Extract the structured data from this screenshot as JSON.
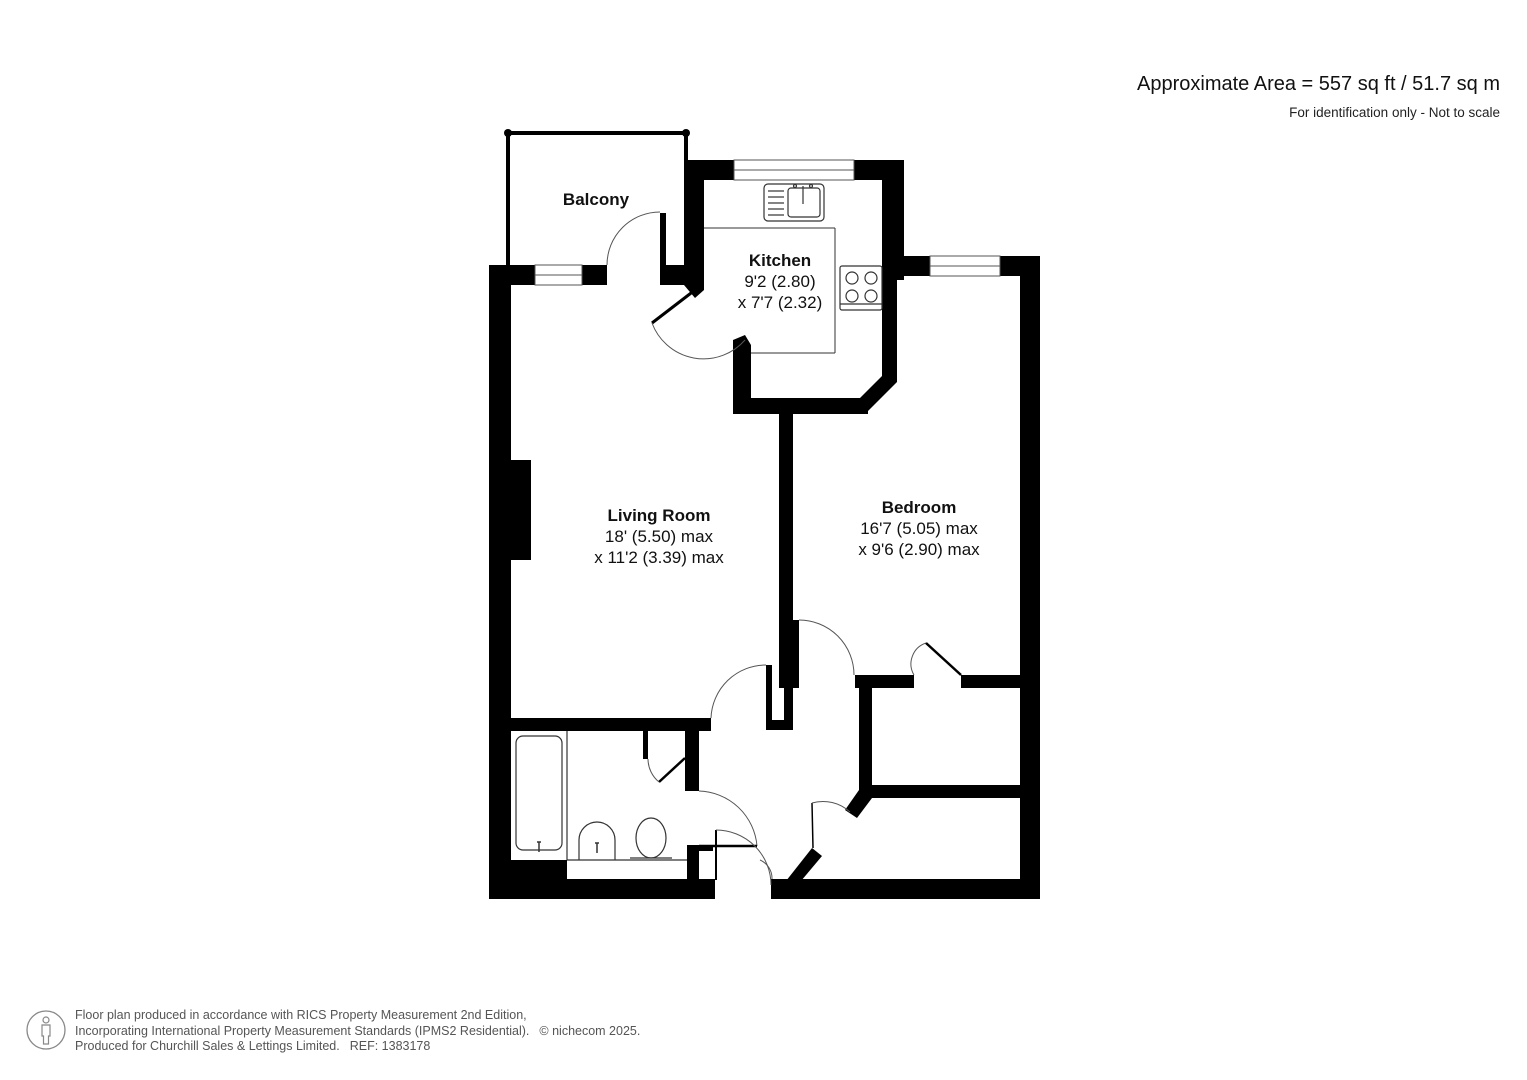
{
  "header": {
    "area_title": "Approximate Area = 557 sq ft / 51.7 sq m",
    "disclaimer": "For identification only - Not to scale"
  },
  "rooms": {
    "balcony": {
      "name": "Balcony"
    },
    "kitchen": {
      "name": "Kitchen",
      "dim1": "9'2 (2.80)",
      "dim2": "x 7'7 (2.32)"
    },
    "living_room": {
      "name": "Living Room",
      "dim1": "18' (5.50) max",
      "dim2": "x 11'2 (3.39) max"
    },
    "bedroom": {
      "name": "Bedroom",
      "dim1": "16'7 (5.05) max",
      "dim2": "x 9'6 (2.90) max"
    }
  },
  "footer": {
    "icon": "person-in-circle-icon",
    "line1": "Floor plan produced in accordance with RICS Property Measurement 2nd Edition,",
    "line2": "Incorporating International Property Measurement Standards (IPMS2 Residential).",
    "copyright": "© nichecom 2025.",
    "line3": "Produced for Churchill Sales & Lettings Limited.",
    "ref": "REF: 1383178"
  },
  "colors": {
    "wall": "#000000",
    "background": "#ffffff",
    "text": "#111111",
    "footer_text": "#555555"
  }
}
